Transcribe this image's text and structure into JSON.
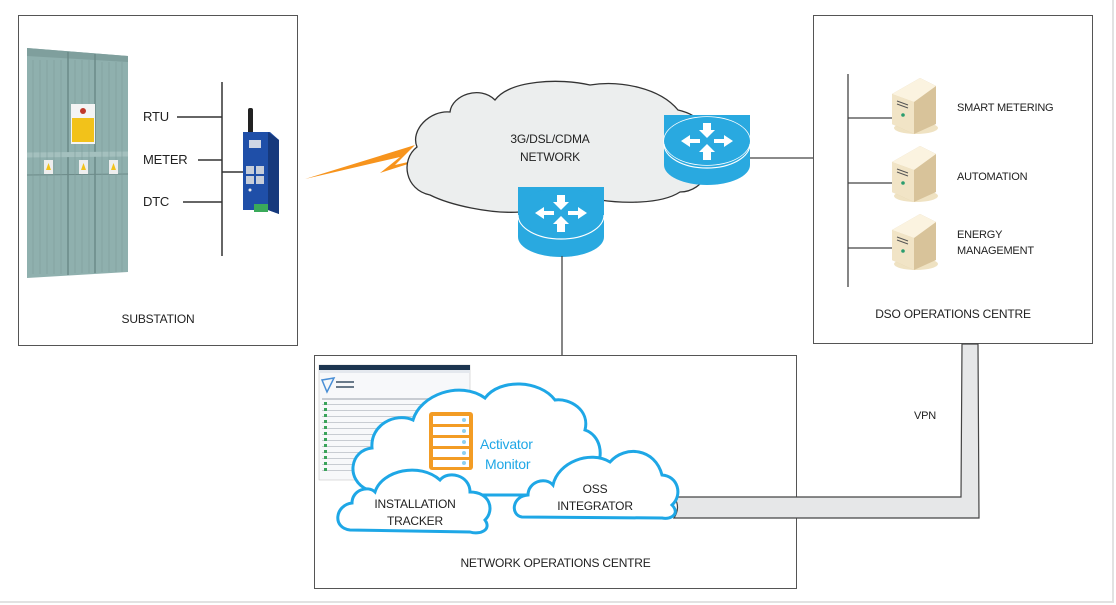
{
  "substation": {
    "title": "SUBSTATION",
    "devices": [
      "RTU",
      "METER",
      "DTC"
    ]
  },
  "network": {
    "cloud_label_line1": "3G/DSL/CDMA",
    "cloud_label_line2": "NETWORK"
  },
  "dso": {
    "title": "DSO OPERATIONS CENTRE",
    "servers": [
      {
        "line1": "SMART METERING",
        "line2": ""
      },
      {
        "line1": "AUTOMATION",
        "line2": ""
      },
      {
        "line1": "ENERGY",
        "line2": "MANAGEMENT"
      }
    ]
  },
  "noc": {
    "title": "NETWORK OPERATIONS CENTRE",
    "activator_line1": "Activator",
    "activator_line2": "Monitor",
    "installation_line1": "INSTALLATION",
    "installation_line2": "TRACKER",
    "oss_line1": "OSS",
    "oss_line2": "INTEGRATOR"
  },
  "vpn": {
    "label": "VPN"
  },
  "colors": {
    "router_blue": "#29a9e0",
    "cloud_blue": "#1ea7e6",
    "server_orange": "#f39c24",
    "bolt_orange": "#f7941d",
    "cloud_gray": "#eceeee",
    "pipe_gray": "#e6e7e8",
    "device_blue": "#1f4fa8"
  }
}
